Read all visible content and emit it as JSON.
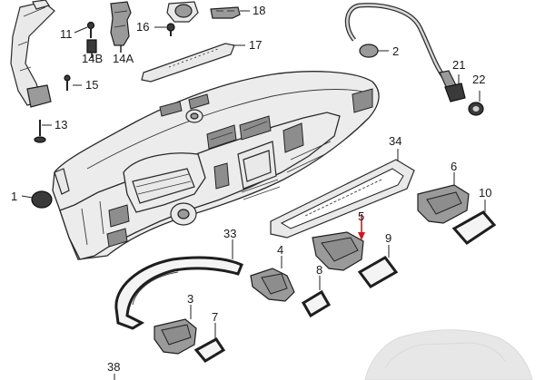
{
  "diagram": {
    "callouts": {
      "c1": "1",
      "c2": "2",
      "c3": "3",
      "c4": "4",
      "c5": "5",
      "c6": "6",
      "c7": "7",
      "c8": "8",
      "c9": "9",
      "c10": "10",
      "c11": "11",
      "c13": "13",
      "c14a": "14A",
      "c14b": "14B",
      "c15": "15",
      "c16": "16",
      "c17": "17",
      "c18": "18",
      "c21": "21",
      "c22": "22",
      "c33": "33",
      "c34": "34",
      "c38": "38"
    },
    "colors": {
      "highlight_arrow": "#d9141b",
      "line": "#222222"
    }
  }
}
